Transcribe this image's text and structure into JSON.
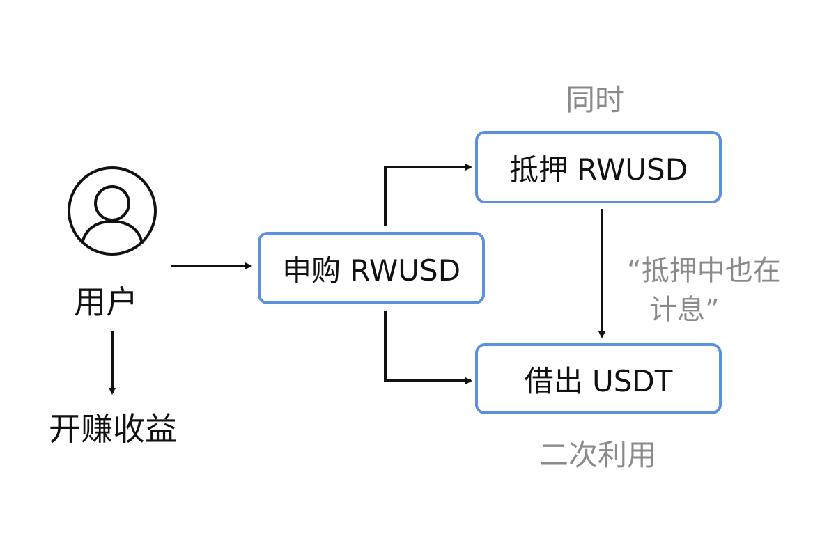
{
  "user": {
    "icon": "user-avatar-icon",
    "label": "用户",
    "outcome": "开赚收益"
  },
  "nodes": {
    "subscribe": "申购 RWUSD",
    "collateral": "抵押 RWUSD",
    "borrow": "借出 USDT"
  },
  "annotations": {
    "simultaneous": "同时",
    "interest_line1": "“抵押中也在",
    "interest_line2": "计息”",
    "reuse": "二次利用"
  },
  "colors": {
    "box_border": "#5b8fe0",
    "text": "#111111",
    "annotation": "#8a8a8a",
    "arrow": "#111111"
  }
}
